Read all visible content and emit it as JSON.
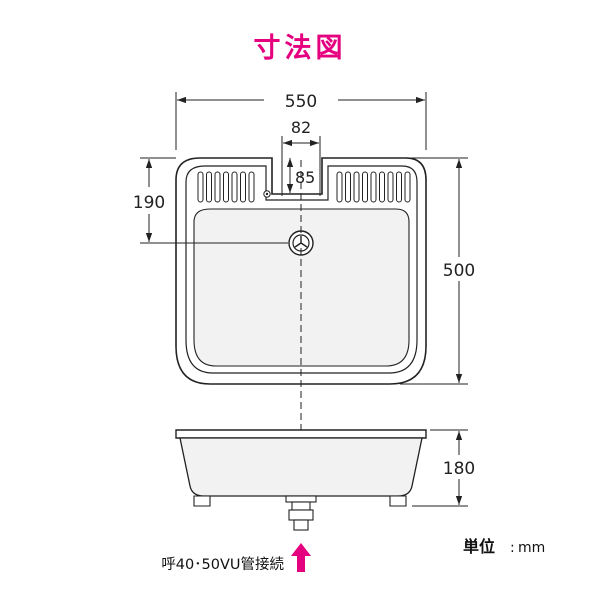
{
  "title": "寸法図",
  "dimensions": {
    "width": "550",
    "slot_width": "82",
    "slot_depth": "85",
    "drain_offset": "190",
    "depth": "500",
    "height": "180"
  },
  "unit": {
    "label": "単位",
    "value": "mm"
  },
  "connection_note": "呼40･50VU管接続",
  "colors": {
    "accent": "#e5007f",
    "line": "#222222",
    "basin_fill": "#f2f2f2"
  }
}
